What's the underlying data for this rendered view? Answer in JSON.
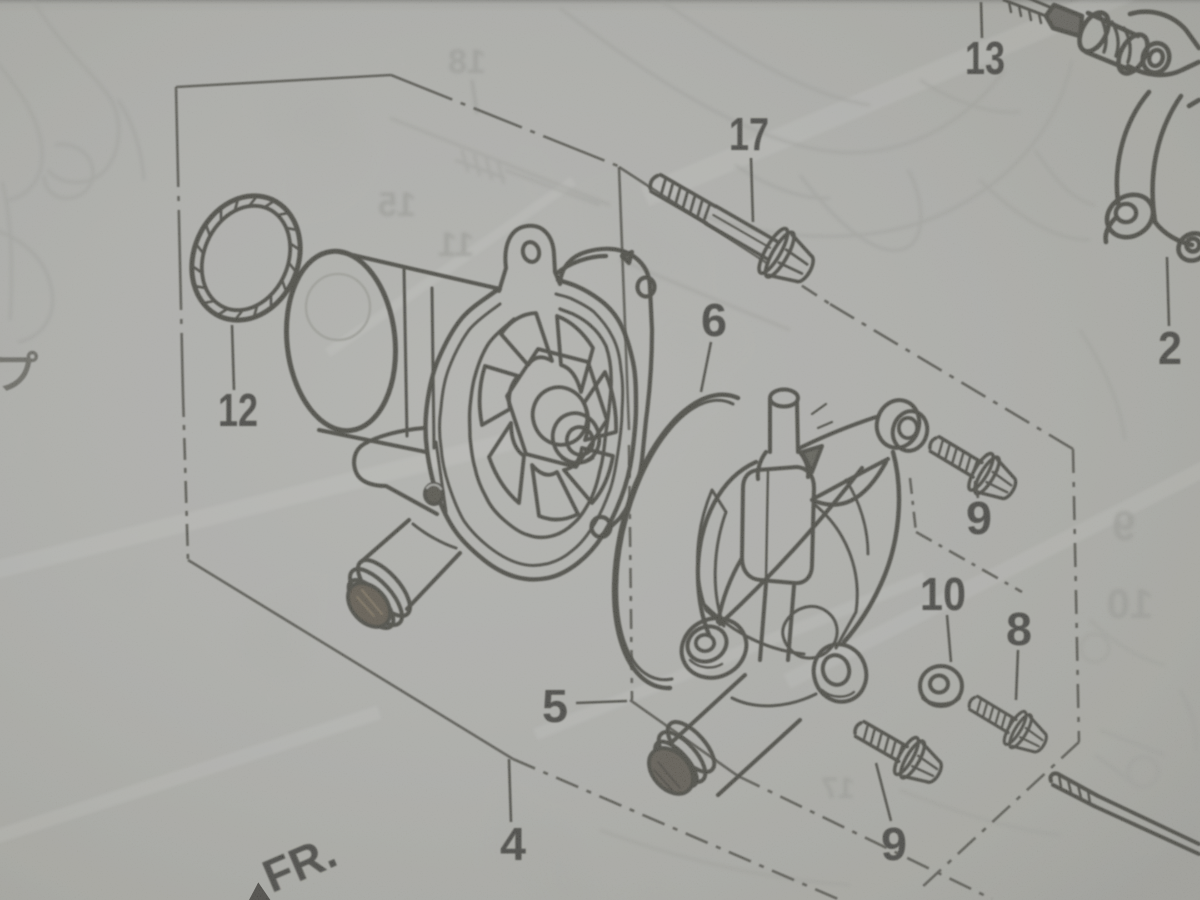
{
  "document": {
    "kind": "photographed exploded parts diagram (water pump assembly)",
    "front_marker": "FR.",
    "left_edge_character": "プ"
  },
  "colors": {
    "paper": "#a4a5a0",
    "line": "#37362f",
    "label": "#2b2a25",
    "ghost": "#90918b",
    "dark_opening": "#45413a"
  },
  "callouts": [
    {
      "id": "13",
      "text": "13"
    },
    {
      "id": "17",
      "text": "17"
    },
    {
      "id": "2",
      "text": "2"
    },
    {
      "id": "12",
      "text": "12"
    },
    {
      "id": "6",
      "text": "6"
    },
    {
      "id": "5",
      "text": "5"
    },
    {
      "id": "4",
      "text": "4"
    },
    {
      "id": "9-upper",
      "text": "9"
    },
    {
      "id": "10",
      "text": "10"
    },
    {
      "id": "8",
      "text": "8"
    },
    {
      "id": "9-lower",
      "text": "9"
    }
  ],
  "ghost_text": [
    {
      "id": "18",
      "text": "18"
    },
    {
      "id": "15",
      "text": "15"
    },
    {
      "id": "11",
      "text": "11"
    },
    {
      "id": "9",
      "text": "9"
    },
    {
      "id": "10",
      "text": "10"
    },
    {
      "id": "17",
      "text": "17"
    }
  ]
}
